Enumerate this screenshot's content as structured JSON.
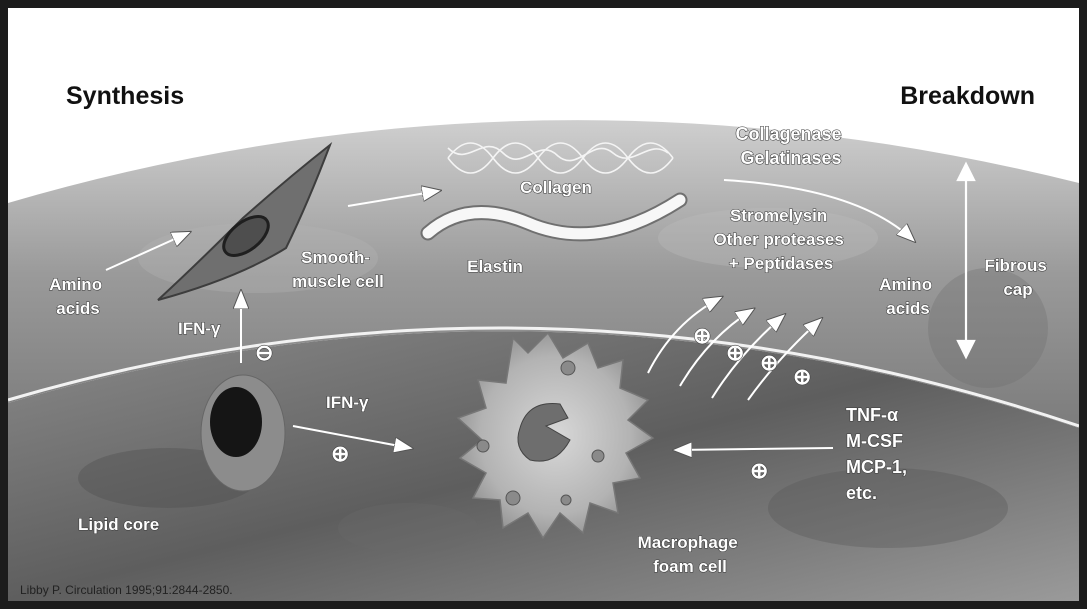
{
  "headings": {
    "left": "Synthesis",
    "right": "Breakdown"
  },
  "labels": {
    "amino_acids_left": [
      "Amino",
      "acids"
    ],
    "smooth_muscle_cell": [
      "Smooth-",
      "muscle cell"
    ],
    "collagen": "Collagen",
    "elastin": "Elastin",
    "collagenase": [
      "Collagenase",
      "Gelatinases"
    ],
    "stromelysin": [
      "Stromelysin",
      "Other proteases",
      "+ Peptidases"
    ],
    "amino_acids_right": [
      "Amino",
      "acids"
    ],
    "fibrous_cap": [
      "Fibrous",
      "cap"
    ],
    "ifn_gamma_upper": "IFN-γ",
    "ifn_gamma_lower": "IFN-γ",
    "cytokines": [
      "TNF-α",
      "M-CSF",
      "MCP-1,",
      "etc."
    ],
    "lipid_core": "Lipid core",
    "macrophage": [
      "Macrophage",
      "foam cell"
    ]
  },
  "symbols": {
    "inhibit": "⊖",
    "stimulate": "⊕"
  },
  "citation": "Libby P. Circulation 1995;91:2844-2850."
}
